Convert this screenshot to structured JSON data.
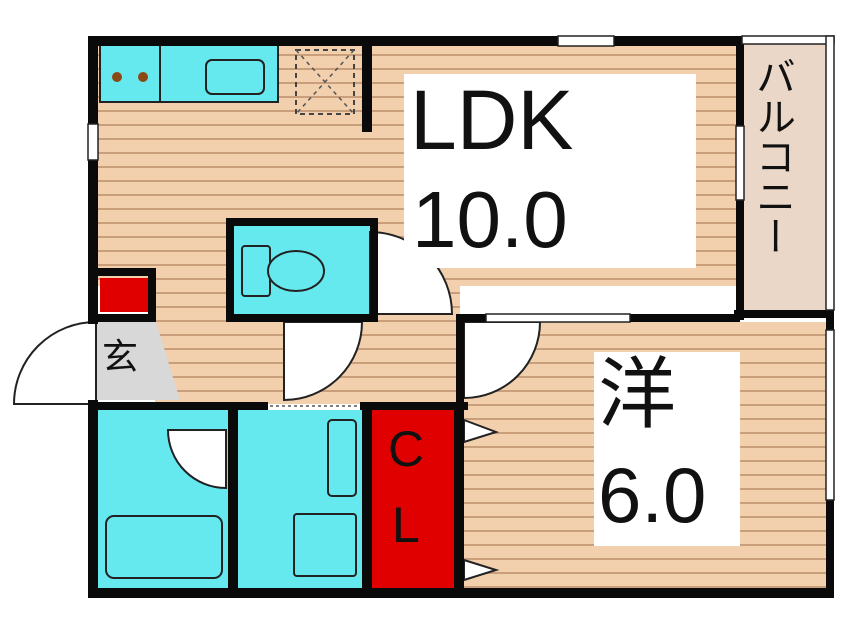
{
  "rooms": {
    "ldk": {
      "name": "LDK",
      "size": "10.0"
    },
    "western": {
      "name": "洋",
      "size": "6.0"
    },
    "closet": {
      "line1": "C",
      "line2": "L"
    },
    "balcony": {
      "name": "バルコニー"
    },
    "entrance": {
      "name": "玄"
    }
  },
  "colors": {
    "wall": "#0a0a0a",
    "floor_wood": "#f2cfad",
    "floor_line": "#c79c7a",
    "wet_area": "#66e8ef",
    "closet": "#e10000",
    "balcony": "#ead7c8",
    "entrance": "#d8d8d8",
    "label_box": "#ffffff"
  }
}
